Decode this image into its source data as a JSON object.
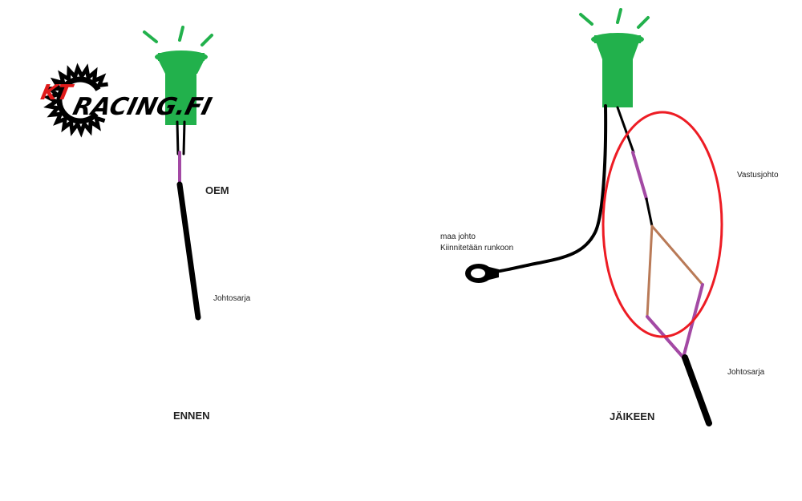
{
  "logo": {
    "kt": "KT",
    "racing": "RACING.FI"
  },
  "labels": {
    "oem": "OEM",
    "johtosarja_left": "Johtosarja",
    "ennen": "ENNEN",
    "maa_johto": "maa johto",
    "kiinnitetaan": "Kiinnitetään runkoon",
    "vastusjohto": "Vastusjohto",
    "johtosarja_right": "Johtosarja",
    "jaikeen": "JÄIKEEN"
  },
  "colors": {
    "bulb": "#22b14c",
    "wire_black": "#000000",
    "wire_purple": "#a349a4",
    "wire_brown": "#b97a57",
    "circle_red": "#ed1c24",
    "logo_red": "#e01b1b"
  }
}
